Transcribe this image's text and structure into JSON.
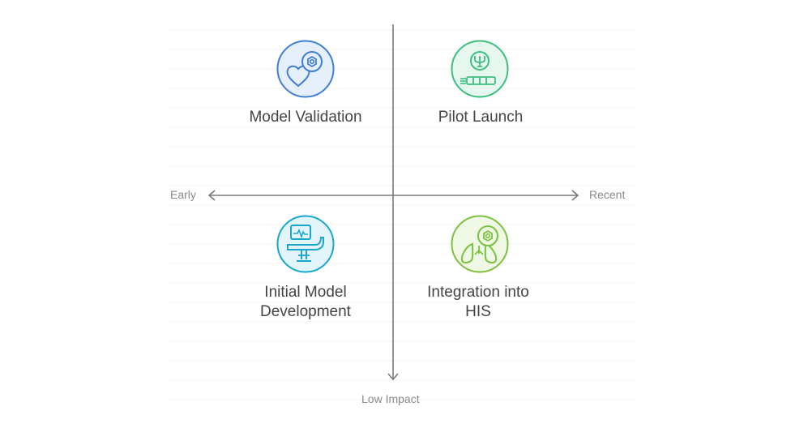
{
  "axes": {
    "left": "Early",
    "right": "Recent",
    "bottom": "Low Impact"
  },
  "quadrants": [
    {
      "id": "top-left",
      "label": "Model Validation",
      "color": "#3f7fd6",
      "fill": "#e6effc",
      "icon": "heart-gear-icon"
    },
    {
      "id": "top-right",
      "label": "Pilot Launch",
      "color": "#3dbf7f",
      "fill": "#e5f7ee",
      "icon": "launch-progress-icon"
    },
    {
      "id": "bottom-left",
      "label": "Initial Model\nDevelopment",
      "color": "#1aa6cf",
      "fill": "#e2f5fb",
      "icon": "monitor-chair-icon"
    },
    {
      "id": "bottom-right",
      "label": "Integration into\nHIS",
      "color": "#7cc23f",
      "fill": "#eef8e4",
      "icon": "lungs-gear-icon"
    }
  ]
}
